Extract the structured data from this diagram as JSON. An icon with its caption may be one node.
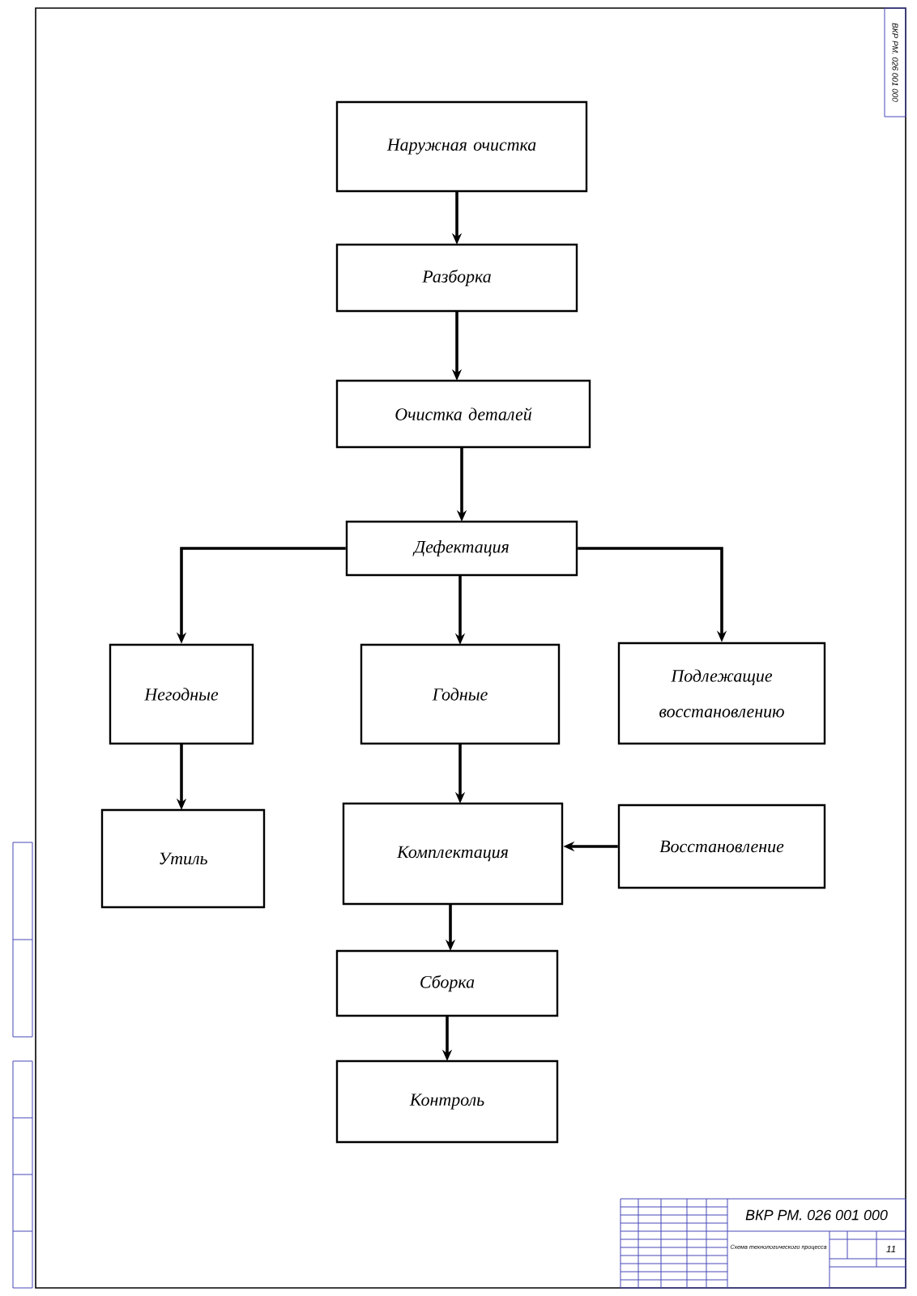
{
  "diagram": {
    "nodes": [
      {
        "text": [
          "Наружная очистка"
        ]
      },
      {
        "text": [
          "Разборка"
        ]
      },
      {
        "text": [
          "Очистка деталей"
        ]
      },
      {
        "text": [
          "Дефектация"
        ]
      },
      {
        "text": [
          "Негодные"
        ]
      },
      {
        "text": [
          "Годные"
        ]
      },
      {
        "text": [
          "Подлежащие восстановлению"
        ]
      },
      {
        "text": [
          "Утиль"
        ]
      },
      {
        "text": [
          "Комплектация"
        ]
      },
      {
        "text": [
          "Восстановление"
        ]
      },
      {
        "text": [
          "Сборка"
        ]
      },
      {
        "text": [
          "Контроль"
        ]
      }
    ],
    "edges": [
      {
        "from": 0,
        "to": 1,
        "arrow": "to"
      },
      {
        "from": 1,
        "to": 2,
        "arrow": "to"
      },
      {
        "from": 2,
        "to": 3,
        "arrow": "to"
      },
      {
        "from": 3,
        "to": 4,
        "arrow": "to"
      },
      {
        "from": 3,
        "to": 5,
        "arrow": "to"
      },
      {
        "from": 3,
        "to": 6,
        "arrow": "to"
      },
      {
        "from": 4,
        "to": 7,
        "arrow": "to"
      },
      {
        "from": 5,
        "to": 8,
        "arrow": "to"
      },
      {
        "from": 9,
        "to": 8,
        "arrow": "to"
      },
      {
        "from": 8,
        "to": 10,
        "arrow": "to"
      },
      {
        "from": 10,
        "to": 11,
        "arrow": "to"
      }
    ],
    "labels": [
      "ВКР РМ. 026 001 000",
      "ВКР РМ. 026 001 000",
      "Схема технологического процесса",
      "11"
    ]
  }
}
